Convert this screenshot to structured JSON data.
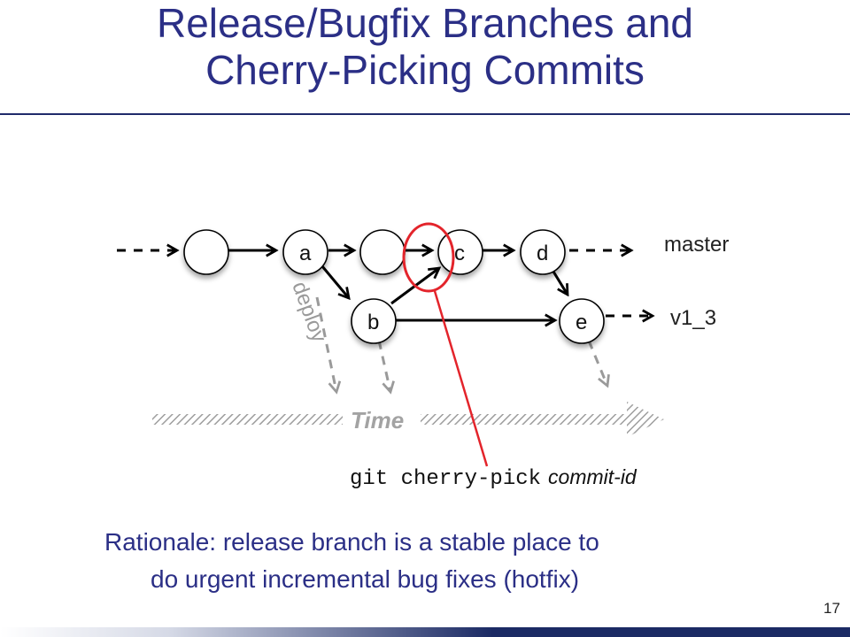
{
  "title": {
    "line1": "Release/Bugfix Branches and",
    "line2": "Cherry-Picking Commits"
  },
  "diagram": {
    "nodes": {
      "a": "a",
      "b": "b",
      "c": "c",
      "d": "d",
      "e": "e"
    },
    "branches": {
      "master": "master",
      "release": "v1_3"
    },
    "deploy_label": "deploy",
    "time_label": "Time",
    "colors": {
      "highlight": "#e3242b",
      "node_fill": "#ffffff",
      "arrow": "#000000",
      "deploy_arrow": "#9a9a9a",
      "title": "#2b2f86"
    }
  },
  "command": {
    "code": "git cherry-pick",
    "argument": "commit-id"
  },
  "rationale": {
    "line1": "Rationale: release branch is a stable place to",
    "line2": "do urgent incremental bug fixes (hotfix)"
  },
  "page_number": "17"
}
